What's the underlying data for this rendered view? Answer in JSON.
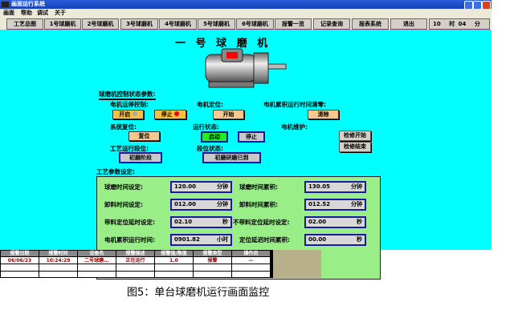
{
  "window": {
    "title": "画面运行系统"
  },
  "menu": [
    "画面",
    "帮助",
    "调试",
    "关于"
  ],
  "tabs": [
    "工艺总图",
    "1号球磨机",
    "2号球磨机",
    "3号球磨机",
    "4号球磨机",
    "5号球磨机",
    "6号球磨机",
    "报警一览",
    "记录查询",
    "报表系统",
    "退出"
  ],
  "clock": {
    "hour": "10",
    "hour_unit": "时",
    "minute": "04",
    "minute_unit": "分"
  },
  "page_title": "一 号 球 磨 机",
  "control": {
    "section": "球磨机控制状态参数:",
    "motor_control": "电机运停控制:",
    "start": "开启",
    "stop": "停止",
    "positioning": "电机定位:",
    "begin": "开始",
    "reset_runtime": "电机累积运行时间清零:",
    "clear": "清除",
    "system_reset": "系统复位:",
    "reset": "复位",
    "run_state": "运行状态:",
    "run": "启动",
    "halt": "停止",
    "maintenance": "电机维护:",
    "maint_start": "检修开始",
    "maint_end": "检修结束",
    "process_stage": "工艺运行段位:",
    "stage_value": "初磨阶段",
    "stage_state": "段位状态:",
    "stage_state_value": "初磨研磨已到"
  },
  "params": {
    "section": "工艺参数设定:",
    "rows": [
      {
        "l_label": "球磨时间设定:",
        "l_value": "120.00",
        "l_unit": "分钟",
        "r_label": "球磨时间累积:",
        "r_value": "130.05",
        "r_unit": "分钟"
      },
      {
        "l_label": "卸料时间设定:",
        "l_value": "012.00",
        "l_unit": "分钟",
        "r_label": "卸料时间累积:",
        "r_value": "012.52",
        "r_unit": "分钟"
      },
      {
        "l_label": "带料定位延时设定:",
        "l_value": "02.10",
        "l_unit": "秒",
        "r_label": "不带料定位延时设定:",
        "r_value": "02.00",
        "r_unit": "秒"
      },
      {
        "l_label": "电机累积运行时间:",
        "l_value": "0901.82",
        "l_unit": "小时",
        "r_label": "定位延迟时间累积:",
        "r_value": "00.00",
        "r_unit": "秒"
      }
    ]
  },
  "alarm_table": {
    "headers": [
      "报警日期",
      "报警时间",
      "设备名",
      "报警描述",
      "报警值/限值",
      "报警类型",
      "操作员"
    ],
    "rows": [
      [
        "06/06/23",
        "10:24:29",
        "二号球磨...",
        "正在运行",
        "1.0",
        "报警",
        "—"
      ],
      [
        "",
        "",
        "",
        "",
        "",
        "",
        ""
      ],
      [
        "",
        "",
        "",
        "",
        "",
        "",
        ""
      ]
    ]
  },
  "caption": "图5：单台球磨机运行画面监控",
  "colors": {
    "background": "#00ffff",
    "panel": "#99ee88",
    "button": "#f8c890",
    "running": "#22ee22"
  }
}
